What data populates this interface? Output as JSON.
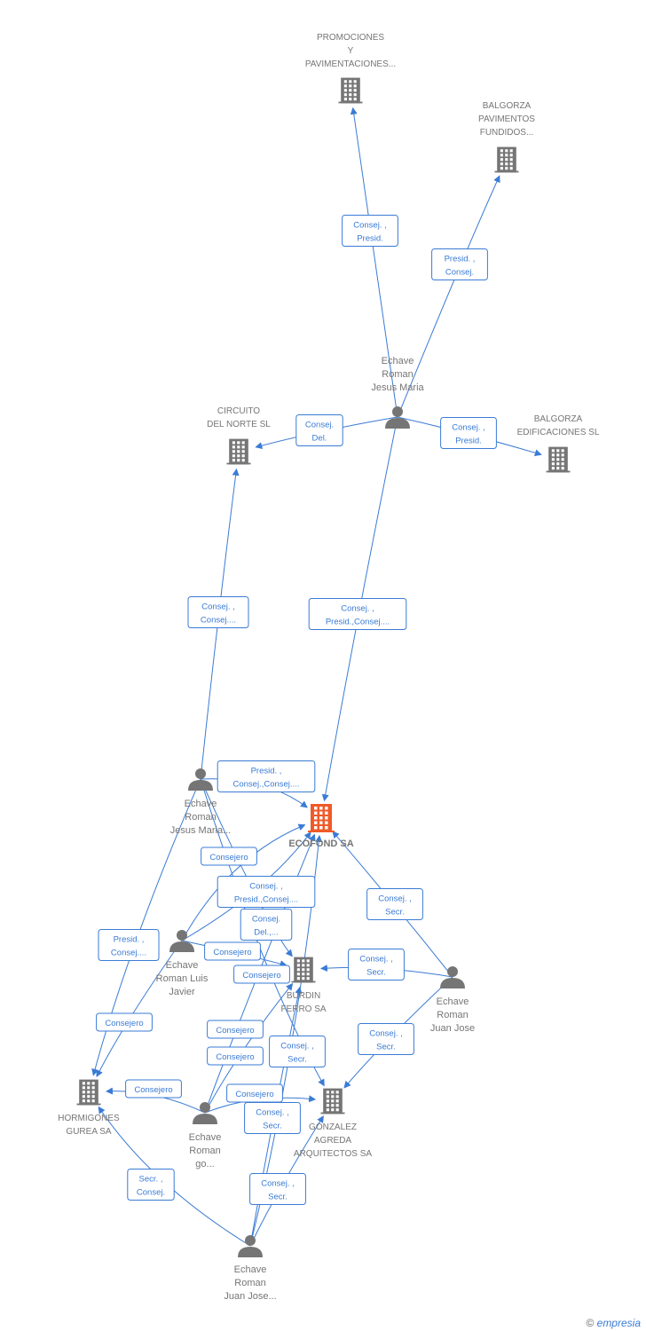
{
  "colors": {
    "edge": "#3a7bd5",
    "node": "#757575",
    "main_node": "#f05a28"
  },
  "nodes": [
    {
      "id": "promociones",
      "type": "company",
      "lines": [
        "PROMOCIONES",
        "Y",
        "PAVIMENTACIONES..."
      ]
    },
    {
      "id": "balgorza_pav",
      "type": "company",
      "lines": [
        "BALGORZA",
        "PAVIMENTOS",
        "FUNDIDOS..."
      ]
    },
    {
      "id": "jm1",
      "type": "person",
      "lines": [
        "Echave",
        "Roman",
        "Jesus Maria"
      ]
    },
    {
      "id": "circuito",
      "type": "company",
      "lines": [
        "CIRCUITO",
        "DEL NORTE SL"
      ]
    },
    {
      "id": "balgorza_edif",
      "type": "company",
      "lines": [
        "BALGORZA",
        "EDIFICACIONES SL"
      ]
    },
    {
      "id": "ecofond",
      "type": "main",
      "lines": [
        "ECOFOND SA"
      ]
    },
    {
      "id": "jm2",
      "type": "person",
      "lines": [
        "Echave",
        "Roman",
        "Jesus Maria..."
      ]
    },
    {
      "id": "luis",
      "type": "person",
      "lines": [
        "Echave",
        "Roman Luis",
        "Javier"
      ]
    },
    {
      "id": "burdin",
      "type": "company",
      "lines": [
        "BURDIN",
        "FERRO SA"
      ]
    },
    {
      "id": "juanjose",
      "type": "person",
      "lines": [
        "Echave",
        "Roman",
        "Juan Jose"
      ]
    },
    {
      "id": "hormigones",
      "type": "company",
      "lines": [
        "HORMIGONES",
        "GUREA SA"
      ]
    },
    {
      "id": "go",
      "type": "person",
      "lines": [
        "Echave",
        "Roman",
        "go..."
      ]
    },
    {
      "id": "gonzalez",
      "type": "company",
      "lines": [
        "GONZALEZ",
        "AGREDA",
        "ARQUITECTOS SA"
      ]
    },
    {
      "id": "jj2",
      "type": "person",
      "lines": [
        "Echave",
        "Roman",
        "Juan Jose..."
      ]
    }
  ],
  "edges": [
    {
      "from": "jm1",
      "to": "promociones",
      "label": [
        "Consej. ,",
        "Presid."
      ]
    },
    {
      "from": "jm1",
      "to": "balgorza_pav",
      "label": [
        "Presid. ,",
        "Consej."
      ]
    },
    {
      "from": "jm1",
      "to": "circuito",
      "label": [
        "Consej.",
        "Del."
      ]
    },
    {
      "from": "jm1",
      "to": "balgorza_edif",
      "label": [
        "Consej. ,",
        "Presid."
      ]
    },
    {
      "from": "jm1",
      "to": "ecofond",
      "label": [
        "Consej. ,",
        "Presid.,Consej...."
      ]
    },
    {
      "from": "jm2",
      "to": "circuito",
      "label": [
        "Consej. ,",
        "Consej...."
      ]
    },
    {
      "from": "jm2",
      "to": "ecofond",
      "label": [
        "Presid. ,",
        "Consej.,Consej...."
      ]
    },
    {
      "from": "jm2",
      "to": "hormigones",
      "label": [
        "Presid. ,",
        "Consej...."
      ]
    },
    {
      "from": "luis",
      "to": "hormigones",
      "label": [
        "Consejero"
      ]
    },
    {
      "from": "luis",
      "to": "ecofond",
      "label": [
        "Consejero"
      ]
    },
    {
      "from": "luis",
      "to": "ecofond",
      "label": [
        "Consej. ,",
        "Presid.,Consej...."
      ]
    },
    {
      "from": "luis",
      "to": "burdin",
      "label": [
        "Consejero"
      ]
    },
    {
      "from": "jm2",
      "to": "gonzalez",
      "label": [
        "Consejero"
      ]
    },
    {
      "from": "jm2",
      "to": "burdin",
      "label": [
        "Consej.",
        "Del.,..."
      ]
    },
    {
      "from": "juanjose",
      "to": "ecofond",
      "label": [
        "Consej. ,",
        "Secr."
      ]
    },
    {
      "from": "juanjose",
      "to": "burdin",
      "label": [
        "Consej. ,",
        "Secr."
      ]
    },
    {
      "from": "juanjose",
      "to": "gonzalez",
      "label": [
        "Consej. ,",
        "Secr."
      ]
    },
    {
      "from": "go",
      "to": "hormigones",
      "label": [
        "Consejero"
      ]
    },
    {
      "from": "jj2",
      "to": "ecofond",
      "label": [
        "Consej. ,",
        "Secr."
      ]
    },
    {
      "from": "go",
      "to": "ecofond",
      "label": [
        "Consejero"
      ]
    },
    {
      "from": "go",
      "to": "burdin",
      "label": [
        "Consejero"
      ]
    },
    {
      "from": "go",
      "to": "gonzalez",
      "label": [
        "Consejero"
      ]
    },
    {
      "from": "jj2",
      "to": "burdin",
      "label": [
        "Consej. ,",
        "Secr."
      ]
    },
    {
      "from": "jj2",
      "to": "hormigones",
      "label": [
        "Secr. ,",
        "Consej."
      ]
    },
    {
      "from": "jj2",
      "to": "gonzalez",
      "label": [
        "Consej. ,",
        "Secr."
      ]
    }
  ],
  "footer": {
    "copyright": "©",
    "brand": "empresia"
  }
}
